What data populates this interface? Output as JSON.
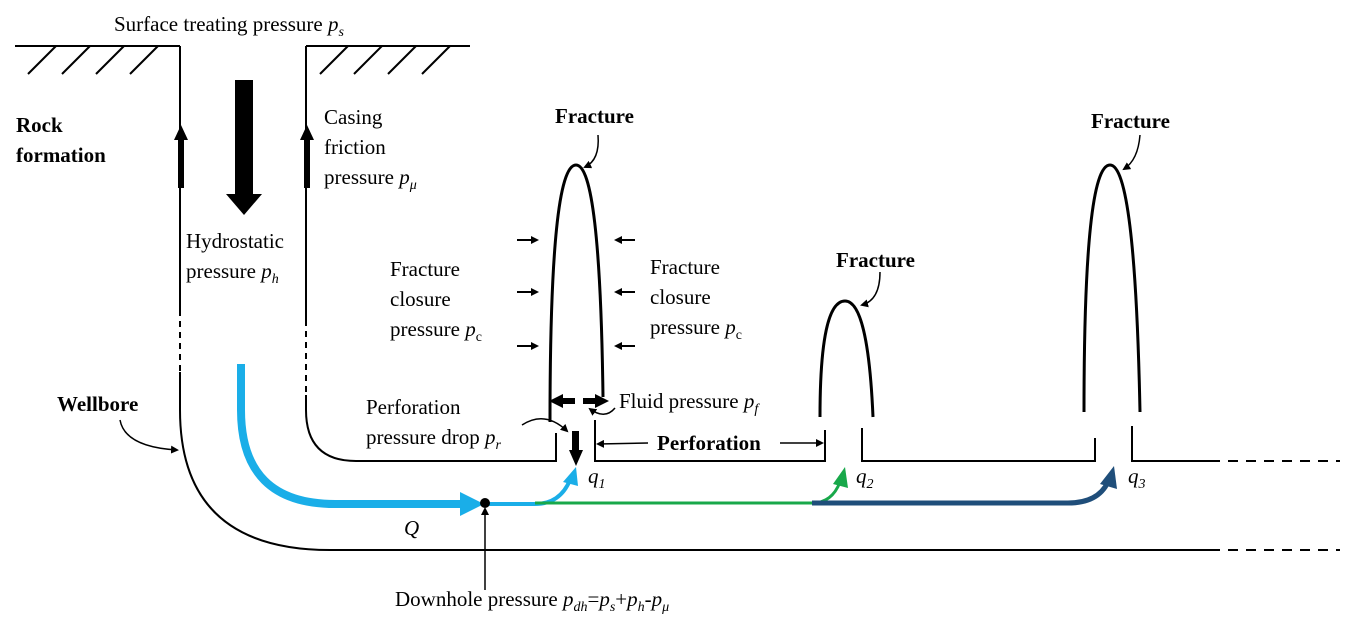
{
  "labels": {
    "surface": {
      "text": "Surface treating pressure ",
      "sym": "p",
      "sub": "s"
    },
    "rock": [
      "Rock",
      "formation"
    ],
    "casing": [
      "Casing",
      "friction",
      "pressure "
    ],
    "casing_sym": {
      "sym": "p",
      "sub": "μ"
    },
    "hydro": [
      "Hydrostatic",
      "pressure "
    ],
    "hydro_sym": {
      "sym": "p",
      "sub": "h"
    },
    "closure_left": [
      "Fracture",
      "closure",
      "pressure "
    ],
    "closure_right": [
      "Fracture",
      "closure",
      "pressure "
    ],
    "closure_sym": {
      "sym": "p",
      "sub": "c"
    },
    "fracture": "Fracture",
    "fluid": {
      "text": "Fluid pressure ",
      "sym": "p",
      "sub": "f"
    },
    "perf_drop": [
      "Perforation",
      "pressure drop "
    ],
    "perf_drop_sym": {
      "sym": "p",
      "sub": "r"
    },
    "perforation": "Perforation",
    "wellbore": "Wellbore",
    "Q": "Q",
    "q1": {
      "sym": "q",
      "sub": "1"
    },
    "q2": {
      "sym": "q",
      "sub": "2"
    },
    "q3": {
      "sym": "q",
      "sub": "3"
    },
    "downhole": {
      "text": "Downhole pressure ",
      "p": "p",
      "dh": "dh",
      "eq": "=",
      "ps": "p",
      "s": "s",
      "plus": "+",
      "ph": "p",
      "h": "h",
      "minus": "-",
      "pmu": "p",
      "mu": "μ"
    }
  },
  "colors": {
    "main_flow": "#1aaee8",
    "q2_flow": "#18a84a",
    "q3_flow": "#1f4e7a",
    "ink": "#000000"
  }
}
